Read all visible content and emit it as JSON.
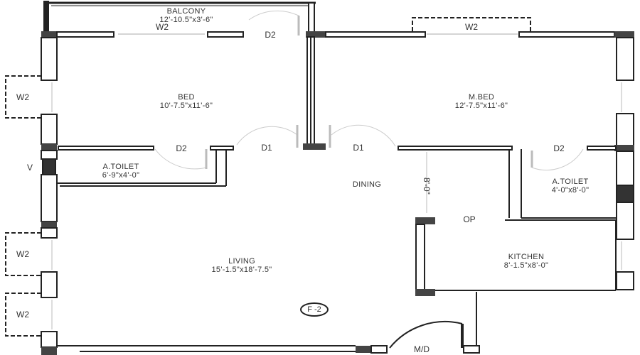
{
  "plan": {
    "floor_tag": "F -2",
    "rooms": [
      {
        "id": "balcony",
        "name": "BALCONY",
        "dims": "12'-10.5\"x3'-6\""
      },
      {
        "id": "bed",
        "name": "BED",
        "dims": "10'-7.5\"x11'-6\""
      },
      {
        "id": "mbed",
        "name": "M.BED",
        "dims": "12'-7.5\"x11'-6\""
      },
      {
        "id": "toilet_left",
        "name": "A.TOILET",
        "dims": "6'-9\"x4'-0\""
      },
      {
        "id": "toilet_right",
        "name": "A.TOILET",
        "dims": "4'-0\"x8'-0\""
      },
      {
        "id": "dining",
        "name": "DINING",
        "dims": ""
      },
      {
        "id": "living",
        "name": "LIVING",
        "dims": "15'-1.5\"x18'-7.5\""
      },
      {
        "id": "kitchen",
        "name": "KITCHEN",
        "dims": "8'-1.5\"x8'-0\""
      }
    ],
    "openings": {
      "w2_balcony": "W2",
      "w2_top_right": "W2",
      "w2_left_bed": "W2",
      "w2_left_living_1": "W2",
      "w2_left_living_2": "W2",
      "d2_balcony": "D2",
      "d2_toilet_left": "D2",
      "d2_toilet_right": "D2",
      "d1_bed": "D1",
      "d1_mbed": "D1",
      "v_left": "V",
      "op_kitchen": "OP",
      "main_door": "M/D",
      "dimension_dining": "8'-0\""
    }
  }
}
